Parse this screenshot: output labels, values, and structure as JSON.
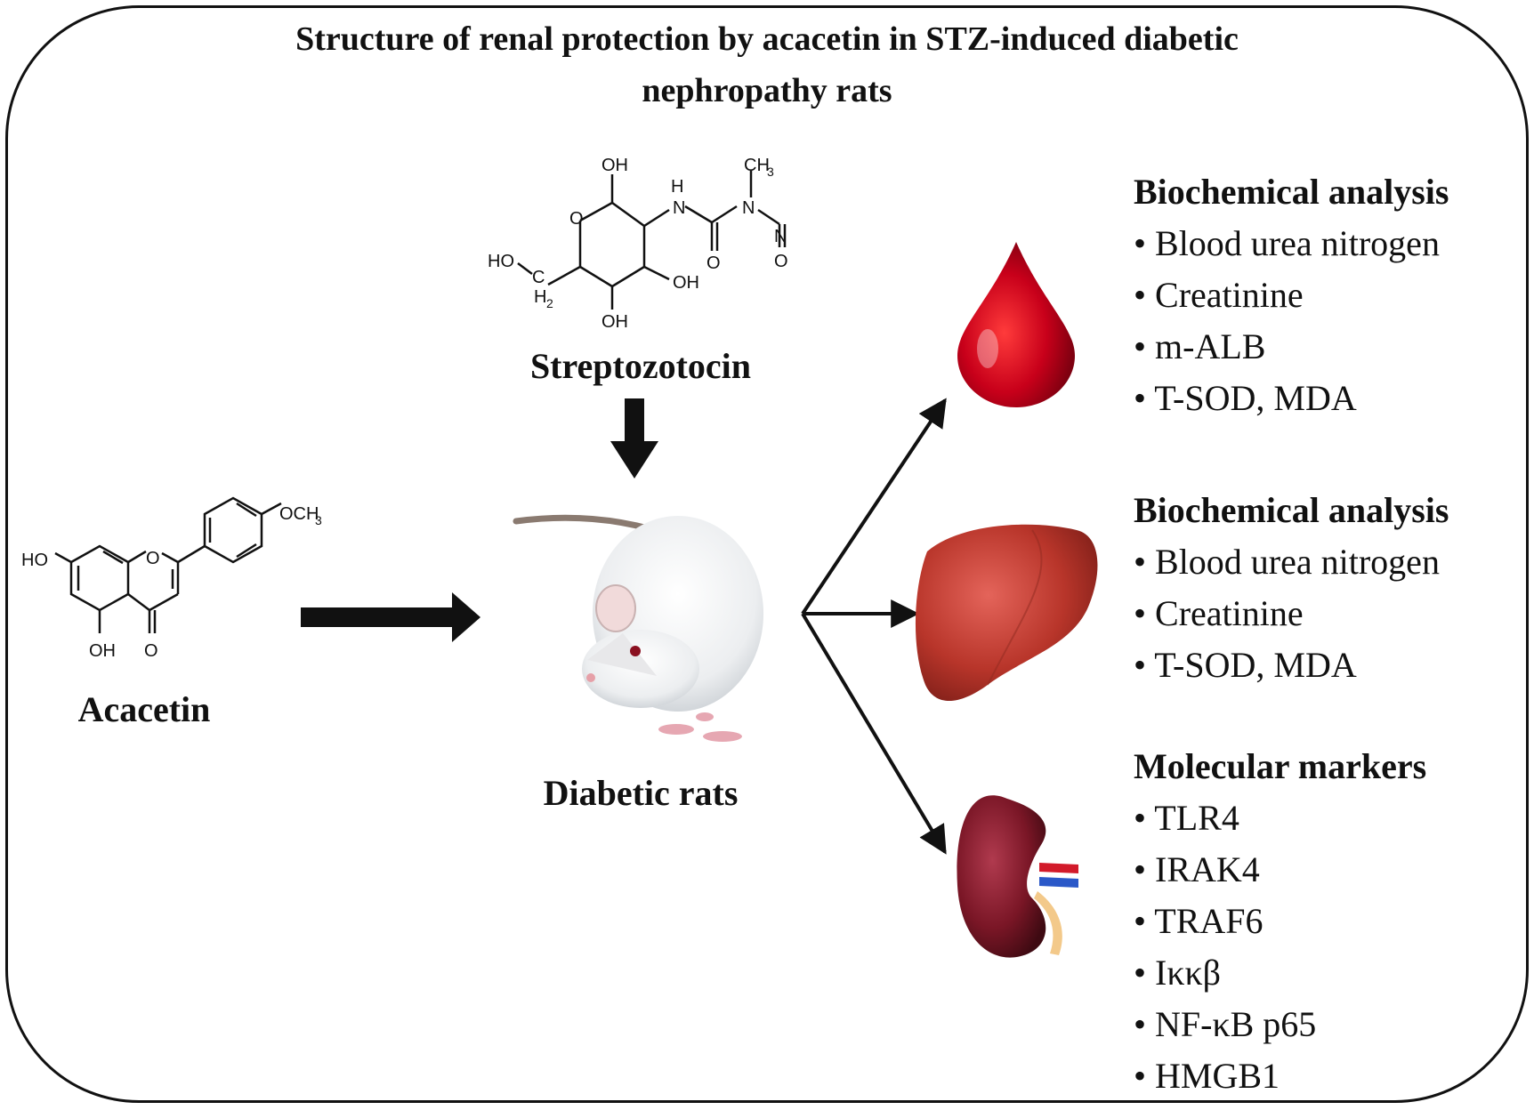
{
  "title": {
    "line1": "Structure of renal protection by acacetin in STZ-induced diabetic",
    "line2": "nephropathy rats"
  },
  "streptozotocin": {
    "label": "Streptozotocin",
    "atoms": {
      "oh_top": "OH",
      "nh": "H",
      "n": "N",
      "ch3": "CH",
      "ch3_sub": "3",
      "n2": "N",
      "o_nitroso": "O",
      "o_carbonyl": "O",
      "o_ring": "O",
      "ho_left": "HO",
      "c": "C",
      "h2": "H",
      "h2_sub": "2",
      "oh_right": "OH",
      "oh_bottom": "OH",
      "n_nh": "N"
    }
  },
  "acacetin": {
    "label": "Acacetin",
    "atoms": {
      "ho": "HO",
      "o_ring": "O",
      "och3": "OCH",
      "och3_sub": "3",
      "oh": "OH",
      "o_keto": "O"
    }
  },
  "rats": {
    "label": "Diabetic rats"
  },
  "panels": [
    {
      "organ": "blood-drop",
      "heading": "Biochemical analysis",
      "items": [
        "Blood urea nitrogen",
        "Creatinine",
        "m-ALB",
        "T-SOD, MDA"
      ]
    },
    {
      "organ": "liver",
      "heading": "Biochemical analysis",
      "items": [
        "Blood urea nitrogen",
        "Creatinine",
        "T-SOD, MDA"
      ]
    },
    {
      "organ": "kidney",
      "heading": "Molecular markers",
      "items": [
        "TLR4",
        "IRAK4",
        "TRAF6",
        "Iκκβ",
        "NF-κB p65",
        "HMGB1"
      ]
    }
  ],
  "bullet": "•",
  "colors": {
    "line": "#111111",
    "blood": "#c8001a",
    "liver": "#b8352a",
    "kidney": "#7a1626"
  }
}
